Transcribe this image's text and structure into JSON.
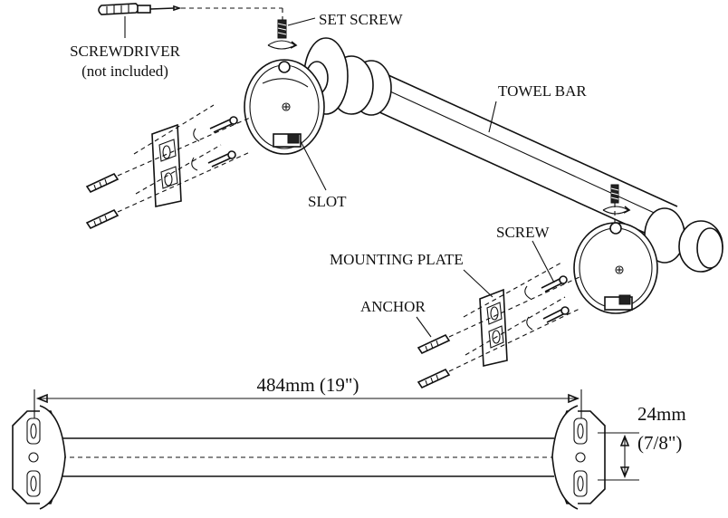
{
  "labels": {
    "screwdriver": "SCREWDRIVER",
    "not_included": "(not included)",
    "set_screw": "SET SCREW",
    "towel_bar": "TOWEL BAR",
    "slot": "SLOT",
    "screw": "SCREW",
    "mounting_plate": "MOUNTING PLATE",
    "anchor": "ANCHOR"
  },
  "dimensions": {
    "length": "484mm (19\")",
    "height_mm": "24mm",
    "height_in": "(7/8\")"
  }
}
